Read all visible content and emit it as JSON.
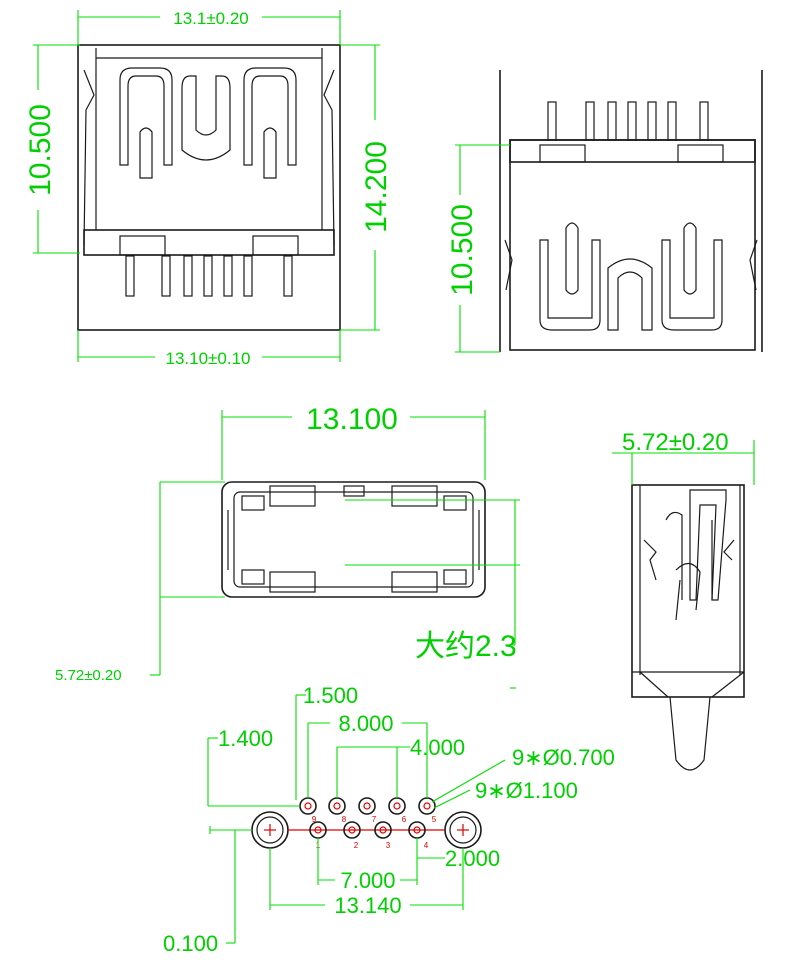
{
  "views": {
    "front": {
      "top_width": "13.1±0.20",
      "bottom_width": "13.10±0.10",
      "left_height": "10.500",
      "right_height": "14.200"
    },
    "side": {
      "height": "10.500"
    },
    "top": {
      "width": "13.100",
      "depth": "5.72±0.20",
      "note": "大约2.3"
    },
    "profile": {
      "depth": "5.72±0.20"
    },
    "footprint": {
      "d_1500": "1.500",
      "d_1400": "1.400",
      "d_8000": "8.000",
      "d_4000": "4.000",
      "holes_small": "9∗Ø0.700",
      "holes_large": "9∗Ø1.100",
      "d_2000": "2.000",
      "d_7000": "7.000",
      "d_13140": "13.140",
      "d_0100": "0.100",
      "pin_labels": [
        "1",
        "2",
        "3",
        "4",
        "5",
        "6",
        "7",
        "8",
        "9"
      ]
    }
  },
  "colors": {
    "outline": "#1a1a1a",
    "dimension": "#00e000",
    "marker": "#e00000"
  }
}
